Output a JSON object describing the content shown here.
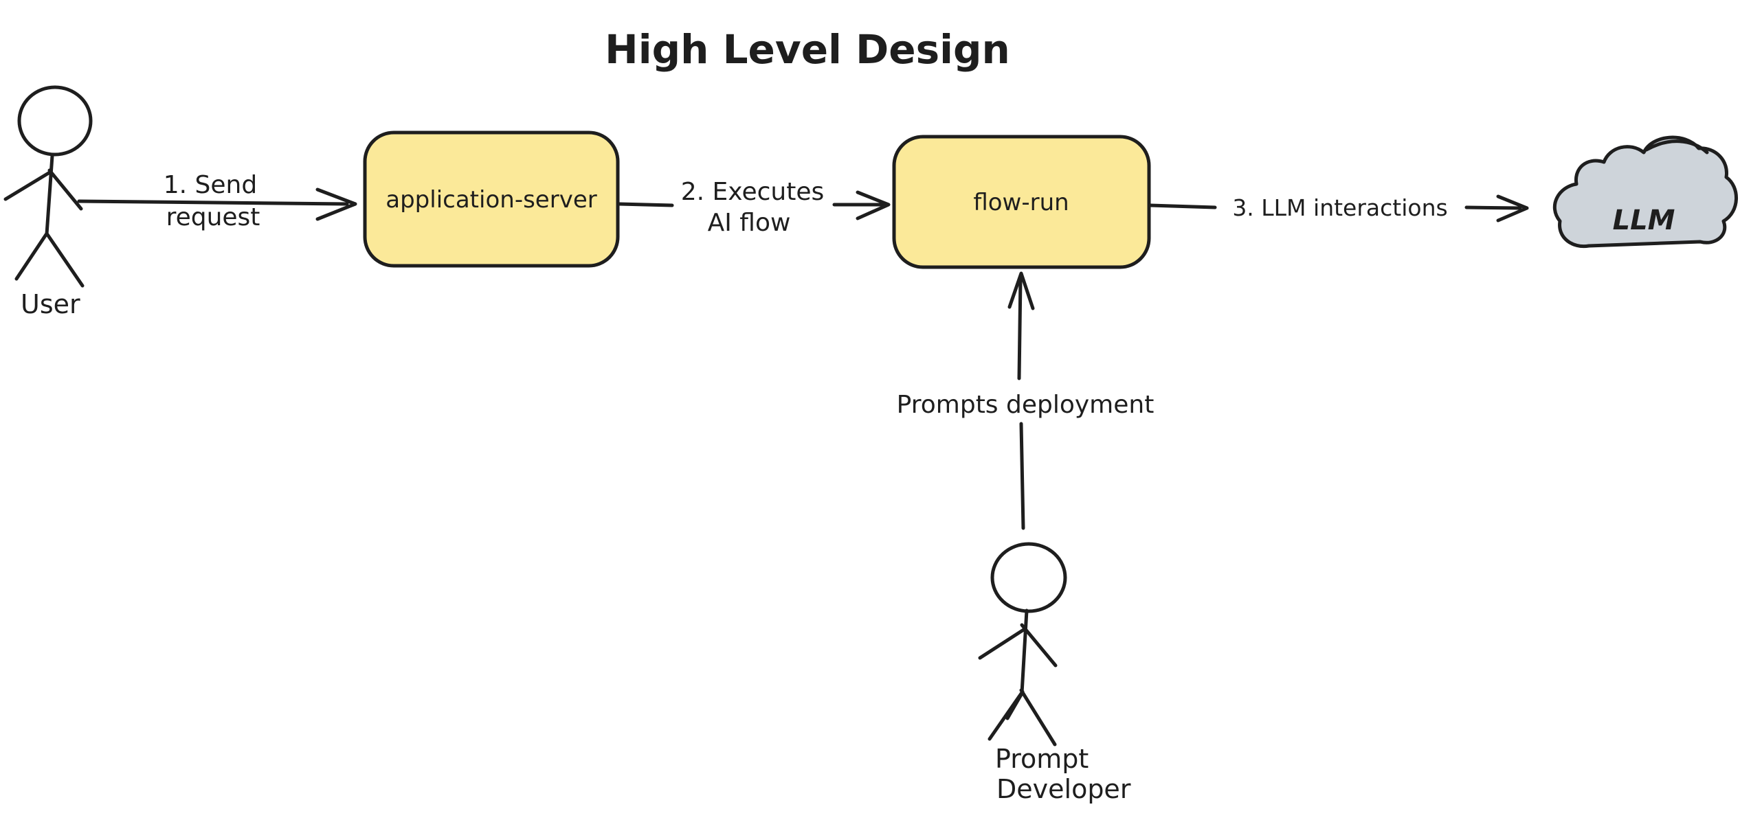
{
  "title": "High Level Design",
  "colors": {
    "ink": "#1e1e1e",
    "node_fill": "#fbe999",
    "cloud_fill": "#ced4da",
    "background": "#ffffff"
  },
  "actors": {
    "user": {
      "label": "User"
    },
    "prompt_developer": {
      "line1": "Prompt",
      "line2": "Developer"
    }
  },
  "nodes": {
    "application_server": {
      "label": "application-server",
      "fill": "#fbe999"
    },
    "flow_run": {
      "label": "flow-run",
      "fill": "#fbe999"
    },
    "llm_cloud": {
      "label": "LLM",
      "fill": "#ced4da",
      "shape": "cloud"
    }
  },
  "edges": {
    "send_request": {
      "line1": "1. Send",
      "line2": "request",
      "from": "user",
      "to": "application_server"
    },
    "executes_ai_flow": {
      "line1": "2. Executes",
      "line2": "AI flow",
      "from": "application_server",
      "to": "flow_run"
    },
    "llm_interactions": {
      "label": "3. LLM interactions",
      "from": "flow_run",
      "to": "llm_cloud"
    },
    "prompts_deployment": {
      "label": "Prompts deployment",
      "from": "prompt_developer",
      "to": "flow_run"
    }
  }
}
